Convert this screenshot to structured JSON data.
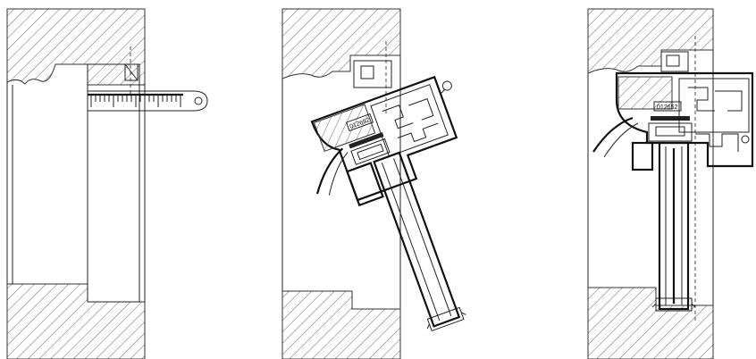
{
  "figure": {
    "panels": [
      {
        "name": "installation-gauge-step"
      },
      {
        "name": "tilted-insertion-step",
        "profile_label": "012652"
      },
      {
        "name": "installed-window-step",
        "profile_label": "012652"
      }
    ]
  }
}
